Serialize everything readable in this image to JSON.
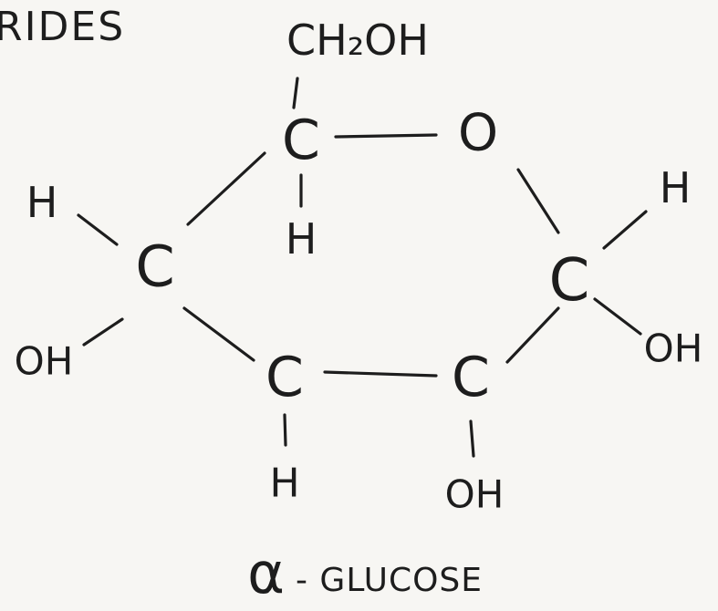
{
  "header": {
    "fragment": "RIDES"
  },
  "molecule": {
    "ring_carbon_label": "C",
    "ring_oxygen_label": "O",
    "substituents": {
      "c5_top": "CH₂OH",
      "c5_bottom": "H",
      "c4_top": "H",
      "c4_bottom": "OH",
      "c3_bottom": "H",
      "c2_bottom": "OH",
      "c1_top": "H",
      "c1_bottom": "OH"
    }
  },
  "caption": {
    "greek_letter": "α",
    "name": "- GLUCOSE"
  }
}
